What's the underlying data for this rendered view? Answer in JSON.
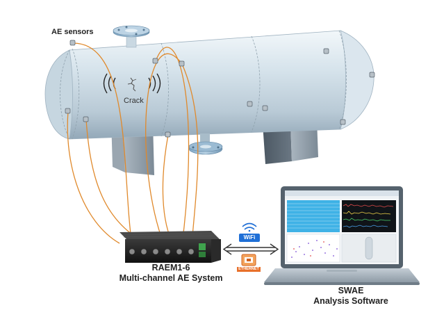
{
  "labels": {
    "ae_sensors": "AE sensors",
    "crack": "Crack",
    "device_name": "RAEM1-6",
    "device_desc": "Multi-channel AE System",
    "software_name": "SWAE",
    "software_desc": "Analysis Software",
    "wifi": "WiFi",
    "ethernet": "ETHERNET"
  },
  "colors": {
    "vessel": "#cfdde6",
    "cable": "#e0892b",
    "device": "#1e1e1e",
    "laptop": "#6d7b88",
    "wifi_badge": "#1f6fd6",
    "ethernet_badge": "#e8702a"
  },
  "icons": {
    "sensor": "sensor-icon",
    "wifi": "wifi-icon",
    "ethernet": "ethernet-icon",
    "crack": "crack-icon",
    "double_arrow": "double-arrow-icon"
  }
}
